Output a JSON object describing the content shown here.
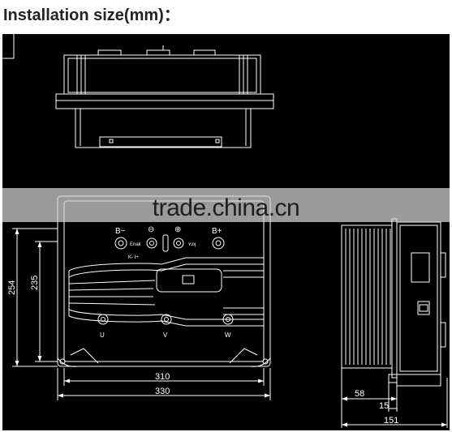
{
  "page": {
    "title": "Installation size(mm)："
  },
  "drawing": {
    "colors": {
      "background": "#000000",
      "line": "#ffffff",
      "watermark_band": "#d7d7d7"
    },
    "terminal_labels": {
      "b_minus": "B−",
      "minus": "⊖",
      "plus": "⊕",
      "b_plus": "B+",
      "small_left": "Enak",
      "small_right": "ʏɔʞ",
      "sub_left": "K-   I+"
    },
    "phase_labels": [
      "U",
      "V",
      "W"
    ],
    "dimensions": {
      "inner_width": "310",
      "outer_width": "330",
      "outer_height": "254",
      "inner_height": "235",
      "side_body_depth": "58",
      "side_gap": "15",
      "side_total_depth": "151"
    },
    "watermark": "trade.china.cn"
  }
}
